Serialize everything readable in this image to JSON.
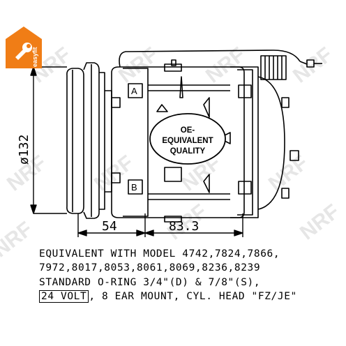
{
  "badge": {
    "brand": "easyfit",
    "icon": "wrench-icon",
    "color": "#f07d16"
  },
  "watermark": "NRF",
  "callout": {
    "line1": "OE-",
    "line2": "EQUIVALENT",
    "line3": "QUALITY"
  },
  "port_labels": {
    "a": "A",
    "b": "B"
  },
  "dimensions": {
    "diameter": "ø132",
    "clutch_depth": "54",
    "body_length": "83.3"
  },
  "spec": {
    "line1": "EQUIVALENT WITH MODEL 4742,7824,7866,",
    "line2": "7972,8017,8053,8061,8069,8236,8239",
    "line3": "STANDARD O-RING 3/4\"(D) & 7/8\"(S),",
    "voltage": "24 VOLT",
    "line4_rest": ", 8 EAR MOUNT, CYL. HEAD \"FZ/JE\""
  }
}
